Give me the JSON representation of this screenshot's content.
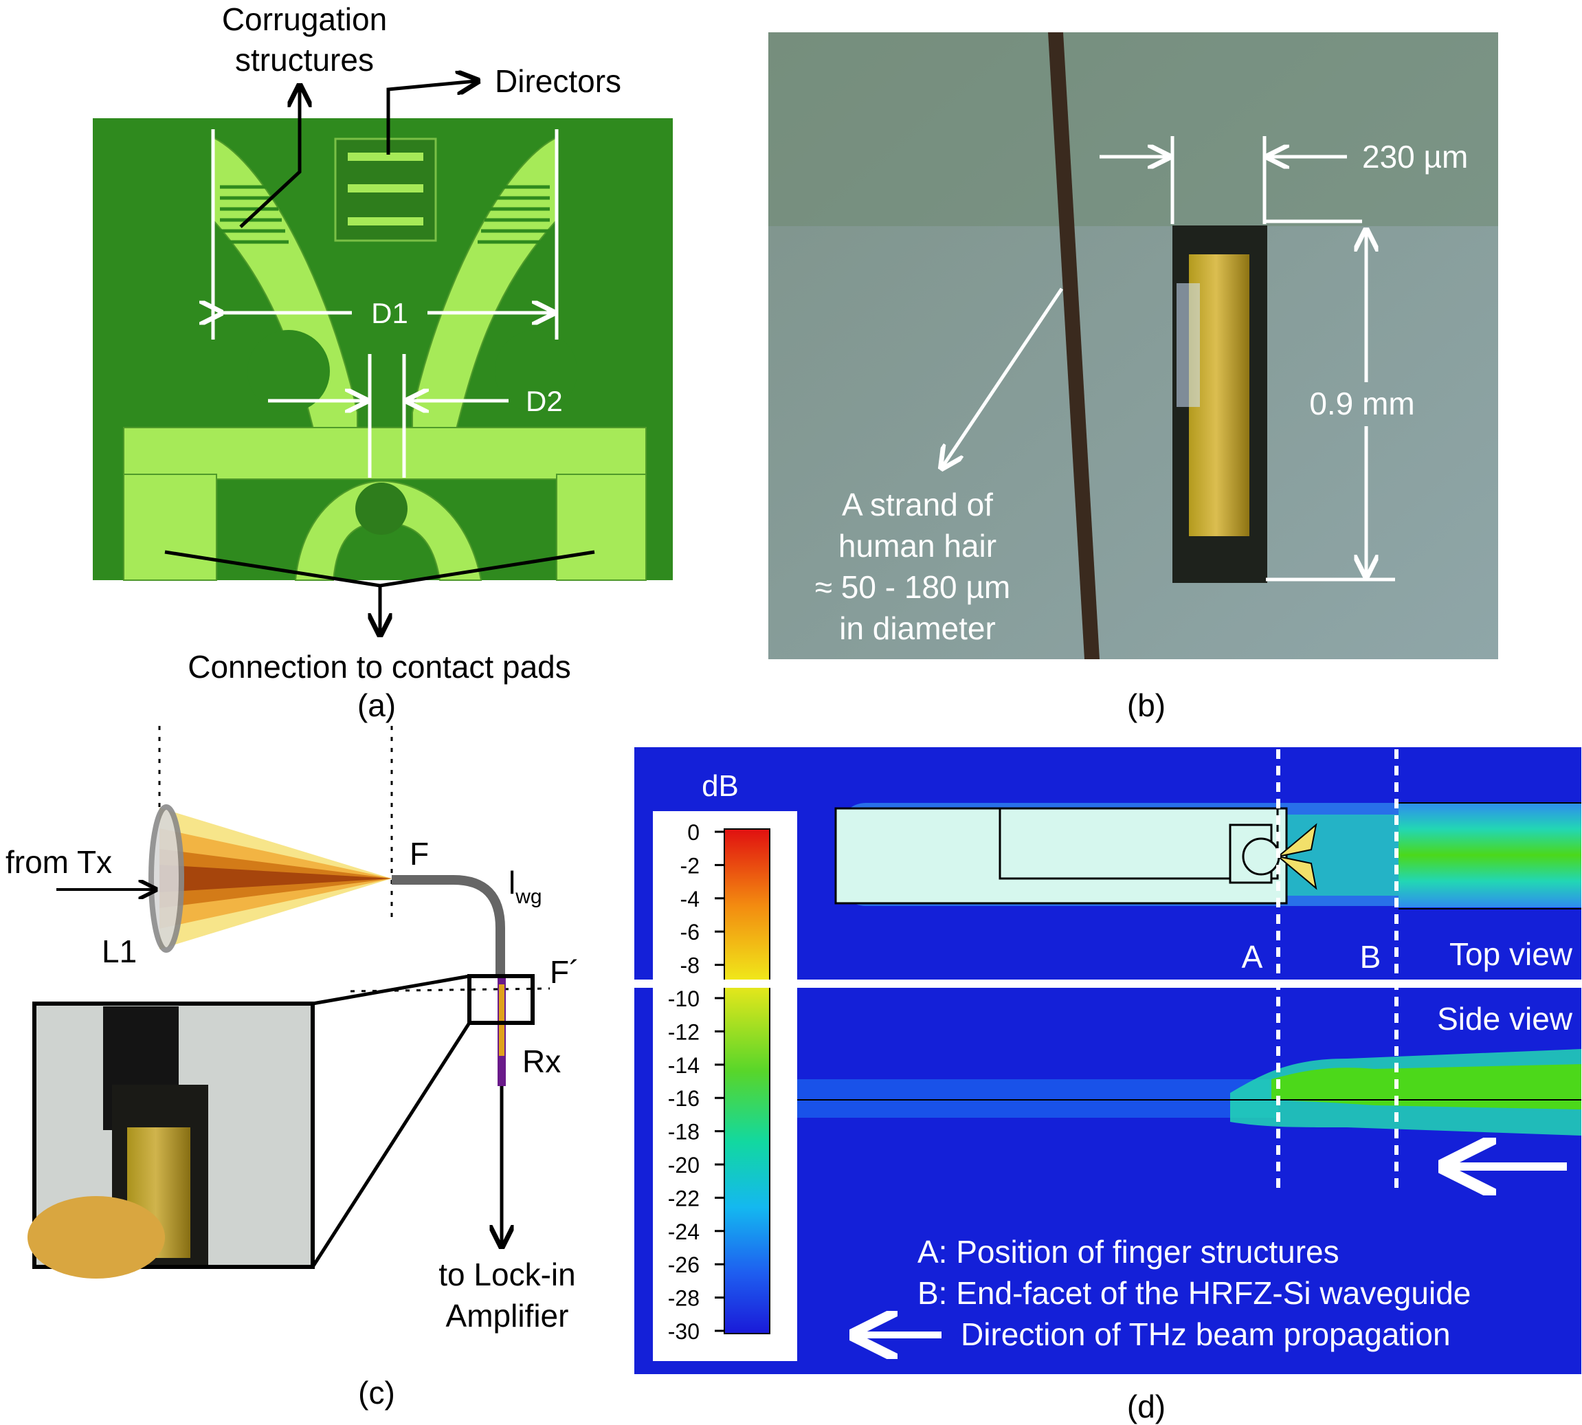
{
  "panel_a": {
    "caption": "(a)",
    "corrugation": [
      "Corrugation",
      "structures"
    ],
    "directors": "Directors",
    "d1": "D1",
    "d2": "D2",
    "connection": "Connection to contact pads",
    "colors": {
      "substrate": "#2f8a1e",
      "metal": "#a6ea58"
    }
  },
  "panel_b": {
    "caption": "(b)",
    "width": "230 µm",
    "length": "0.9 mm",
    "hair": [
      "A strand of",
      "human hair",
      "≈ 50 - 180 µm",
      "in diameter"
    ]
  },
  "panel_c": {
    "caption": "(c)",
    "from_tx": "from Tx",
    "l1": "L1",
    "f": "F",
    "lwg": "l",
    "lwg_sub": "wg",
    "f_prime": "F´",
    "rx": "Rx",
    "lockin": [
      "to Lock-in",
      "Amplifier"
    ]
  },
  "panel_d": {
    "caption": "(d)",
    "colorbar_unit": "dB",
    "colorbar_ticks": [
      "0",
      "-2",
      "-4",
      "-6",
      "-8",
      "-10",
      "-12",
      "-14",
      "-16",
      "-18",
      "-20",
      "-22",
      "-24",
      "-26",
      "-28",
      "-30"
    ],
    "label_a": "A",
    "label_b": "B",
    "top_view": "Top view",
    "side_view": "Side view",
    "legend": [
      "A: Position of finger structures",
      "B: End-facet of the HRFZ-Si waveguide",
      "Direction of THz beam propagation"
    ],
    "colors": {
      "background": "#1420d8",
      "beam_core": "#4cd81a",
      "beam_mid": "#22d7b4",
      "beam_edge": "#2f8bef"
    }
  }
}
